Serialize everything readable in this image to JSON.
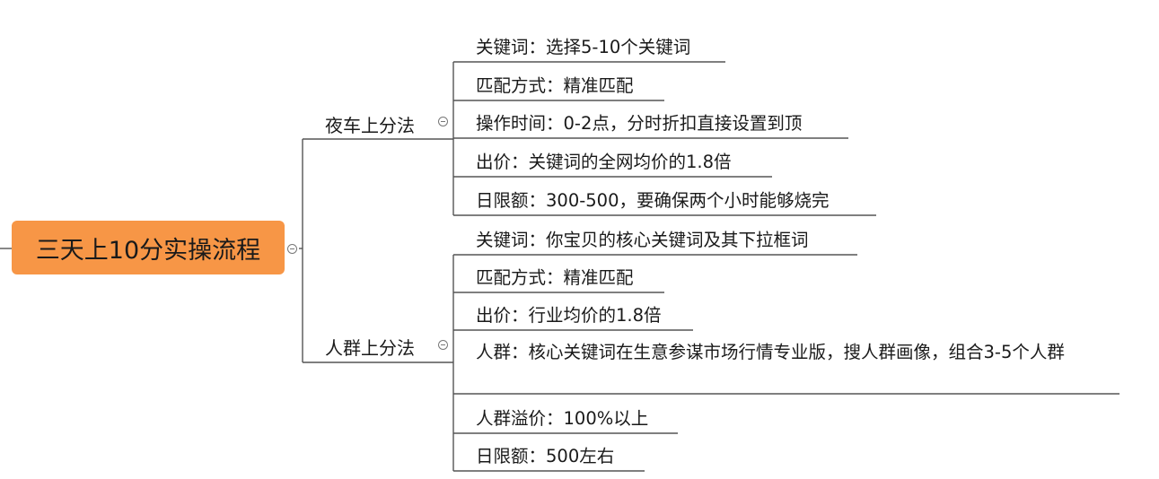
{
  "colors": {
    "root_fill": "#f79646",
    "line": "#555555"
  },
  "mindmap": {
    "root": "三天上10分实操流程",
    "branches": [
      {
        "label": "夜车上分法",
        "leaves": [
          "关键词：选择5-10个关键词",
          "匹配方式：精准匹配",
          "操作时间：0-2点，分时折扣直接设置到顶",
          "出价：关键词的全网均价的1.8倍",
          "日限额：300-500，要确保两个小时能够烧完"
        ]
      },
      {
        "label": "人群上分法",
        "leaves": [
          "关键词：你宝贝的核心关键词及其下拉框词",
          "匹配方式：精准匹配",
          "出价：行业均价的1.8倍",
          "人群：核心关键词在生意参谋市场行情专业版，搜人群画像，组合3-5个人群",
          "人群溢价：100%以上",
          "日限额：500左右"
        ]
      }
    ]
  }
}
